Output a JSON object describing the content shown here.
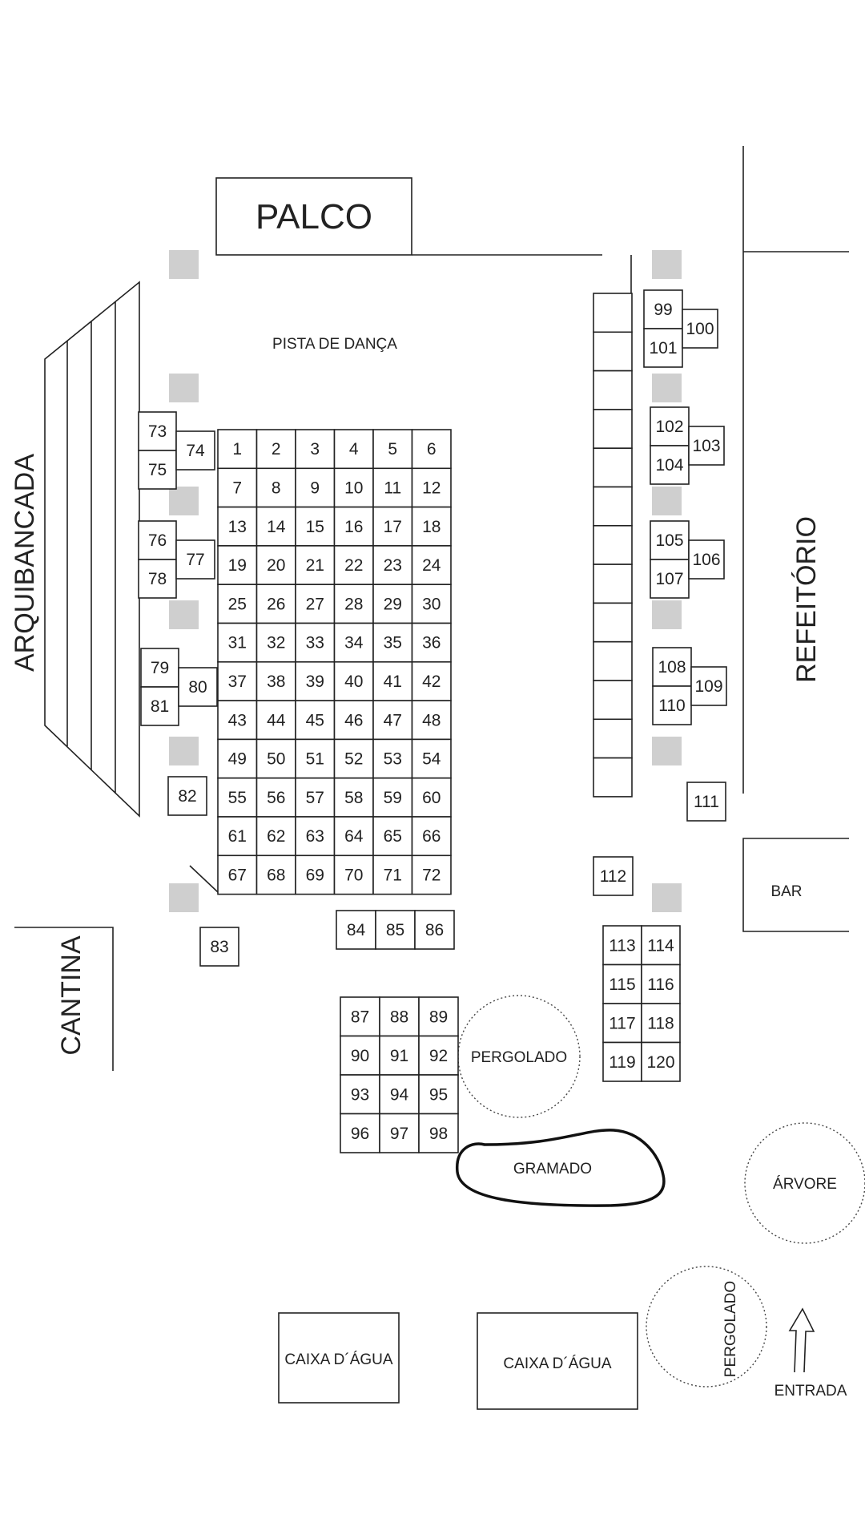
{
  "areas": {
    "palco": "PALCO",
    "pista": "PISTA DE DANÇA",
    "arquibancada": "ARQUIBANCADA",
    "refeitorio": "REFEITÓRIO",
    "bar": "BAR",
    "cantina": "CANTINA",
    "pergolado_1": "PERGOLADO",
    "pergolado_2": "PERGOLADO",
    "gramado": "GRAMADO",
    "arvore": "ÁRVORE",
    "caixa_1": "CAIXA D´ÁGUA",
    "caixa_2": "CAIXA D´ÁGUA",
    "entrada": "ENTRADA"
  },
  "tables": {
    "main_grid": [
      "1",
      "2",
      "3",
      "4",
      "5",
      "6",
      "7",
      "8",
      "9",
      "10",
      "11",
      "12",
      "13",
      "14",
      "15",
      "16",
      "17",
      "18",
      "19",
      "20",
      "21",
      "22",
      "23",
      "24",
      "25",
      "26",
      "27",
      "28",
      "29",
      "30",
      "31",
      "32",
      "33",
      "34",
      "35",
      "36",
      "37",
      "38",
      "39",
      "40",
      "41",
      "42",
      "43",
      "44",
      "45",
      "46",
      "47",
      "48",
      "49",
      "50",
      "51",
      "52",
      "53",
      "54",
      "55",
      "56",
      "57",
      "58",
      "59",
      "60",
      "61",
      "62",
      "63",
      "64",
      "65",
      "66",
      "67",
      "68",
      "69",
      "70",
      "71",
      "72"
    ],
    "left_group_1": [
      "73",
      "74",
      "75"
    ],
    "left_group_2": [
      "76",
      "77",
      "78"
    ],
    "left_group_3": [
      "79",
      "80",
      "81"
    ],
    "t82": "82",
    "t83": "83",
    "row_84_86": [
      "84",
      "85",
      "86"
    ],
    "grid_87_98": [
      "87",
      "88",
      "89",
      "90",
      "91",
      "92",
      "93",
      "94",
      "95",
      "96",
      "97",
      "98"
    ],
    "right_group_1": [
      "99",
      "100",
      "101"
    ],
    "right_group_2": [
      "102",
      "103",
      "104"
    ],
    "right_group_3": [
      "105",
      "106",
      "107"
    ],
    "right_group_4": [
      "108",
      "109",
      "110"
    ],
    "t111": "111",
    "t112": "112",
    "grid_113_120": [
      "113",
      "114",
      "115",
      "116",
      "117",
      "118",
      "119",
      "120"
    ]
  }
}
